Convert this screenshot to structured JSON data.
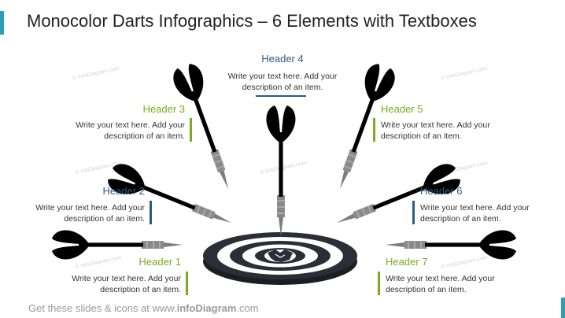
{
  "title": "Monocolor Darts Infographics – 6 Elements with Textboxes",
  "colors": {
    "green_light": "#8cc63f",
    "green_dark": "#4f7a1c",
    "blue_light": "#3b6d96",
    "blue_dark": "#1e4466",
    "board_dark": "#2a2f36"
  },
  "watermark": "© infoDiagram.com",
  "items": [
    {
      "header": "Header 1",
      "text": "Write your text here. Add your description of an item."
    },
    {
      "header": "Header 2",
      "text": "Write your text here. Add your description of an item."
    },
    {
      "header": "Header 3",
      "text": "Write your text here. Add your description of an item."
    },
    {
      "header": "Header 4",
      "text": "Write your text here. Add your description of an item."
    },
    {
      "header": "Header 5",
      "text": "Write your text here. Add your description of an item."
    },
    {
      "header": "Header 6",
      "text": "Write your text here. Add your description of an item."
    },
    {
      "header": "Header 7",
      "text": "Write your text here. Add your description of an item."
    }
  ],
  "footer": {
    "prefix": "Get these slides & icons at www.",
    "brand": "infoDiagram",
    "suffix": ".com"
  }
}
